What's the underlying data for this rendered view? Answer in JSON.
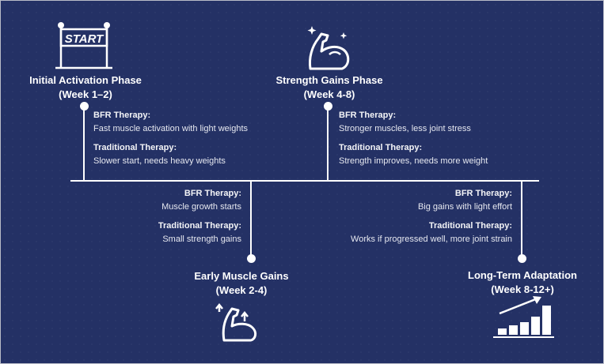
{
  "phases": [
    {
      "title": "Initial Activation Phase",
      "weeks": "(Week 1–2)",
      "icon": "start-sign-icon",
      "icon_text": "START",
      "bfr_label": "BFR Therapy:",
      "bfr": "Fast muscle activation with light weights",
      "trad_label": "Traditional Therapy:",
      "trad": "Slower start, needs heavy weights"
    },
    {
      "title": "Strength Gains Phase",
      "weeks": "(Week 4-8)",
      "icon": "flexed-arm-sparkle-icon",
      "bfr_label": "BFR Therapy:",
      "bfr": "Stronger muscles, less joint stress",
      "trad_label": "Traditional Therapy:",
      "trad": "Strength improves, needs more weight"
    },
    {
      "title": "Early Muscle Gains",
      "weeks": "(Week 2-4)",
      "icon": "flexed-arm-arrows-icon",
      "bfr_label": "BFR Therapy:",
      "bfr": "Muscle growth starts",
      "trad_label": "Traditional Therapy:",
      "trad": "Small strength gains"
    },
    {
      "title": "Long-Term Adaptation",
      "weeks": "(Week 8-12+)",
      "icon": "growth-chart-icon",
      "bfr_label": "BFR Therapy:",
      "bfr": "Big gains with light effort",
      "trad_label": "Traditional Therapy:",
      "trad": "Works if progressed well, more joint strain"
    }
  ],
  "colors": {
    "background": "#243165",
    "foreground": "#ffffff"
  }
}
